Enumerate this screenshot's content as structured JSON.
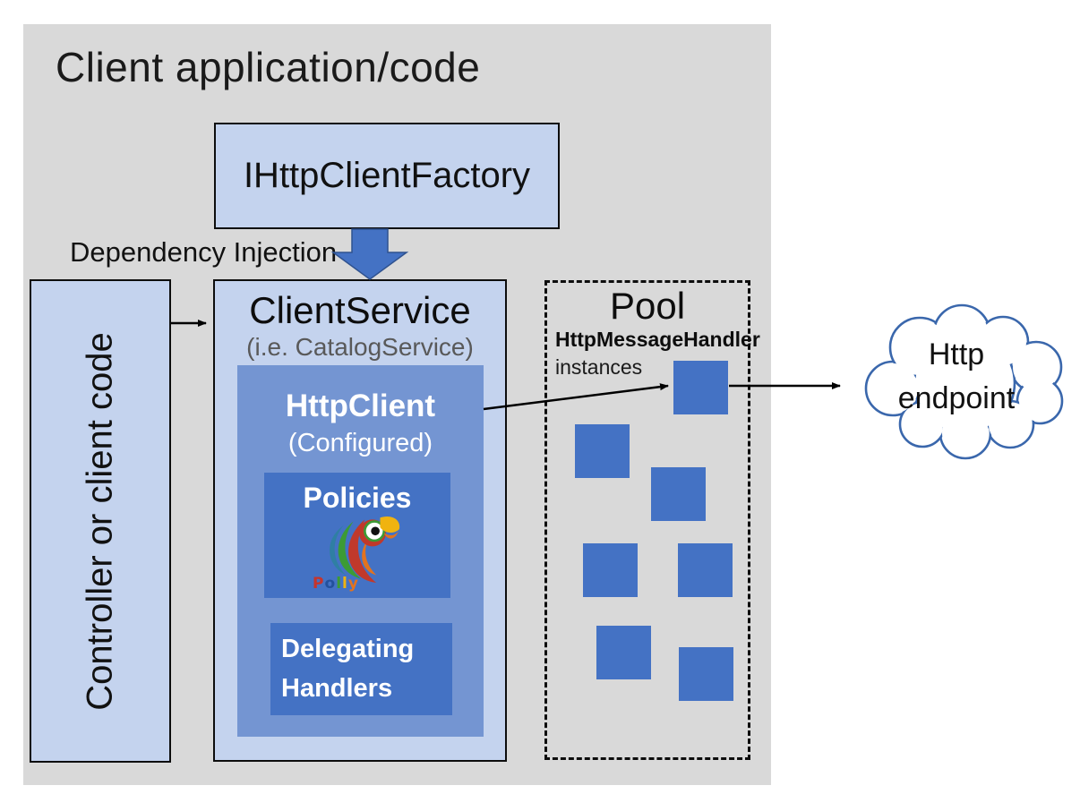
{
  "colors": {
    "gray_panel": "#d9d9d9",
    "box_light": "#c4d3ee",
    "box_medium": "#7495d2",
    "box_dark": "#4472c4",
    "cloud_stroke": "#3a67ac",
    "subtitle_gray": "#595959"
  },
  "app": {
    "title": "Client application/code"
  },
  "factory": {
    "label": "IHttpClientFactory"
  },
  "dependency_injection": {
    "label": "Dependency Injection"
  },
  "controller": {
    "label": "Controller or client code"
  },
  "client_service": {
    "title": "ClientService",
    "subtitle": "(i.e. CatalogService)"
  },
  "http_client": {
    "title": "HttpClient",
    "subtitle": "(Configured)"
  },
  "policies": {
    "label": "Policies",
    "polly_letters": [
      {
        "ch": "P",
        "color": "#c6352c"
      },
      {
        "ch": "o",
        "color": "#23519c"
      },
      {
        "ch": "l",
        "color": "#3c9b35"
      },
      {
        "ch": "l",
        "color": "#f0b310"
      },
      {
        "ch": "y",
        "color": "#e2731f"
      }
    ]
  },
  "delegating_handlers": {
    "line1": "Delegating",
    "line2": "Handlers"
  },
  "pool": {
    "title": "Pool",
    "type_label": "HttpMessageHandler",
    "instances_label": "instances",
    "instance_count": 7
  },
  "endpoint": {
    "line1": "Http",
    "line2": "endpoint"
  }
}
